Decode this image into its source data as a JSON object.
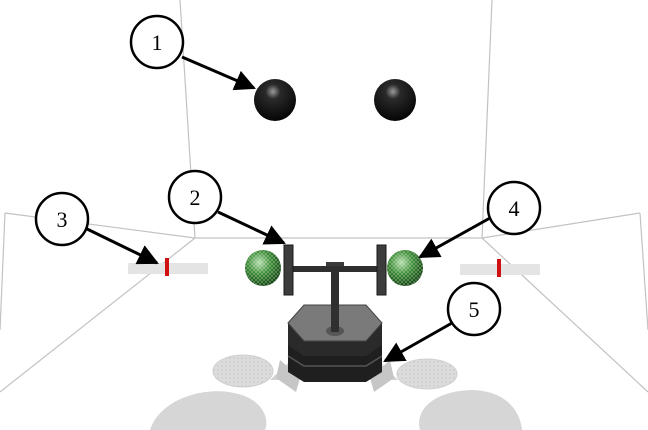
{
  "callouts": [
    {
      "id": "ball-pair",
      "label": "1"
    },
    {
      "id": "left-paddle",
      "label": "2"
    },
    {
      "id": "left-marker",
      "label": "3"
    },
    {
      "id": "right-sphere",
      "label": "4"
    },
    {
      "id": "robot-base",
      "label": "5"
    }
  ],
  "colors": {
    "background": "#ffffff",
    "room_lines": "#bdbdbd",
    "ball": "#111111",
    "sphere": "#1e6b1e",
    "robot_dark": "#2b2b2b",
    "robot_mid": "#6e6e6e",
    "robot_light": "#9a9a9a",
    "floor_shadow": "#d8d8d8",
    "marker_red": "#d01010"
  }
}
